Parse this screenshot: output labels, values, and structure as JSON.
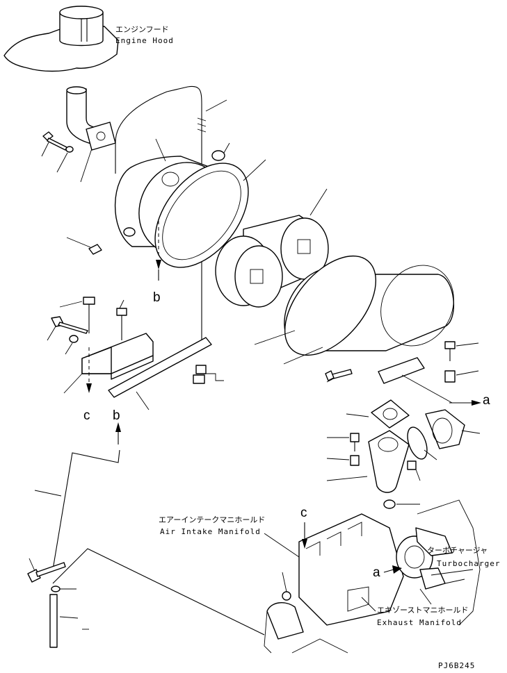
{
  "labels": {
    "engine_hood_jp": "エンジンフード",
    "engine_hood_en": "Engine Hood",
    "air_intake_jp": "エアーインテークマニホールド",
    "air_intake_en": "Air Intake Manifold",
    "turbo_jp": "ターボチャージャ",
    "turbo_en": "Turbocharger",
    "exhaust_jp": "エキゾーストマニホールド",
    "exhaust_en": "Exhaust Manifold"
  },
  "refs": {
    "a_top": "a",
    "a_bottom": "a",
    "b_top": "b",
    "b_bottom": "b",
    "c_top": "c",
    "c_bottom": "c"
  },
  "drawing_code": "PJ6B245"
}
